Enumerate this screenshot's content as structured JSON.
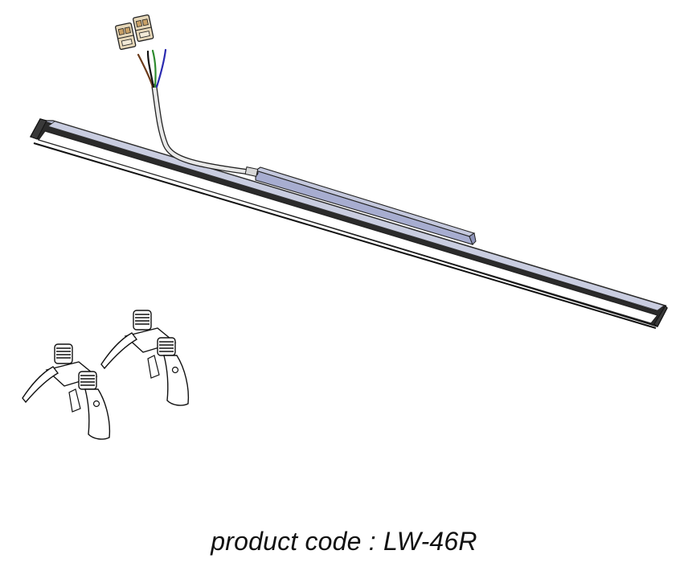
{
  "caption": {
    "prefix": "product code : ",
    "code": "LW-46R"
  },
  "colors": {
    "background": "#ffffff",
    "outline": "#1a1a1a",
    "profile_fill": "#b9bed6",
    "driver_fill": "#a7add0",
    "profile_dark": "#2b2b2b",
    "cable_fill": "#e8e8e8",
    "wire_green": "#2e8b2e",
    "wire_blue": "#2a2ab0",
    "wire_brown": "#6b3a1a",
    "connector_fill": "#e6d7b8"
  },
  "parts": {
    "profile": "linear-recessed-profile",
    "driver": "driver-box",
    "cable": "power-cable",
    "wires": [
      "brown",
      "green",
      "blue",
      "black"
    ],
    "connectors": 2,
    "spring_clips": 2
  }
}
